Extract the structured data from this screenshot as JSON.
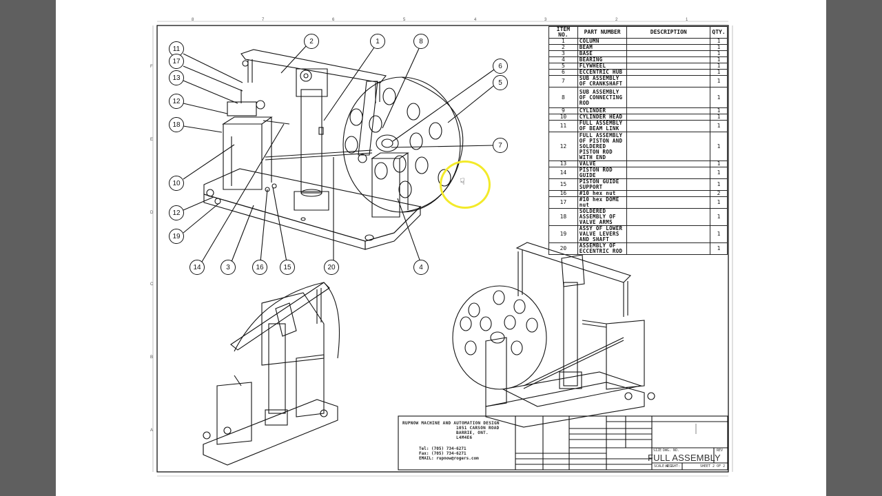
{
  "bom": {
    "headers": [
      "ITEM NO.",
      "PART NUMBER",
      "DESCRIPTION",
      "QTY."
    ],
    "rows": [
      {
        "item": "1",
        "part": "COLUMN",
        "desc": "",
        "qty": "1"
      },
      {
        "item": "2",
        "part": "BEAM",
        "desc": "",
        "qty": "1"
      },
      {
        "item": "3",
        "part": "BASE",
        "desc": "",
        "qty": "1"
      },
      {
        "item": "4",
        "part": "BEARING",
        "desc": "",
        "qty": "1"
      },
      {
        "item": "5",
        "part": "FLYWHEEL",
        "desc": "",
        "qty": "1"
      },
      {
        "item": "6",
        "part": "ECCENTRIC HUB",
        "desc": "",
        "qty": "1"
      },
      {
        "item": "7",
        "part": "SUB ASSEMBLY OF CRANKSHAFT",
        "desc": "",
        "qty": "1"
      },
      {
        "item": "8",
        "part": "SUB ASSEMBLY OF CONNECTING ROD",
        "desc": "",
        "qty": "1"
      },
      {
        "item": "9",
        "part": "CYLINDER",
        "desc": "",
        "qty": "1"
      },
      {
        "item": "10",
        "part": "CYLINDER HEAD",
        "desc": "",
        "qty": "1"
      },
      {
        "item": "11",
        "part": "FULL ASSEMBLY OF BEAM LINK",
        "desc": "",
        "qty": "1"
      },
      {
        "item": "12",
        "part": "FULL ASSEMBLY OF PISTON AND SOLDERED PISTON ROD WITH END",
        "desc": "",
        "qty": "1"
      },
      {
        "item": "13",
        "part": "VALVE",
        "desc": "",
        "qty": "1"
      },
      {
        "item": "14",
        "part": "PISTON ROD GUIDE",
        "desc": "",
        "qty": "1"
      },
      {
        "item": "15",
        "part": "PISTON GUIDE SUPPORT",
        "desc": "",
        "qty": "1"
      },
      {
        "item": "16",
        "part": "#10 hex nut",
        "desc": "",
        "qty": "2"
      },
      {
        "item": "17",
        "part": "#10 hex DOME nut",
        "desc": "",
        "qty": "1"
      },
      {
        "item": "18",
        "part": "SOLDERED ASSEMBLY OF VALVE ARMS",
        "desc": "",
        "qty": "1"
      },
      {
        "item": "19",
        "part": "ASSY OF LOWER VALVE LEVERS AND SHAFT",
        "desc": "",
        "qty": "1"
      },
      {
        "item": "20",
        "part": "ASSEMBLY OF ECCENTRIC ROD",
        "desc": "",
        "qty": "1"
      }
    ]
  },
  "titleblock": {
    "company_line1": "RUPNOW MACHINE AND AUTOMATION DESIGN",
    "company_line2": "1051 CARSON ROAD",
    "company_line3": "BARRIE, ONT.",
    "company_line4": "L4M4E6",
    "tel": "Tel: (705) 734-6271",
    "fax": "Fax: (705) 734-6271",
    "email": "EMAIL: rupnow@rogers.com",
    "title": "FULL ASSEMBLY",
    "size": "SIZE",
    "dwg": "DWG. NO.",
    "rev": "REV",
    "scale": "SCALE:1:2",
    "weight": "WEIGHT:",
    "sheet": "SHEET 2 OF 2"
  },
  "callouts": [
    "11",
    "17",
    "13",
    "12",
    "18",
    "10",
    "12",
    "19",
    "14",
    "3",
    "16",
    "15",
    "20",
    "4",
    "2",
    "1",
    "8",
    "6",
    "5",
    "7"
  ],
  "zones": {
    "top": [
      "8",
      "7",
      "6",
      "5",
      "4",
      "3",
      "2",
      "1"
    ],
    "side": [
      "F",
      "E",
      "D",
      "C",
      "B",
      "A"
    ]
  }
}
